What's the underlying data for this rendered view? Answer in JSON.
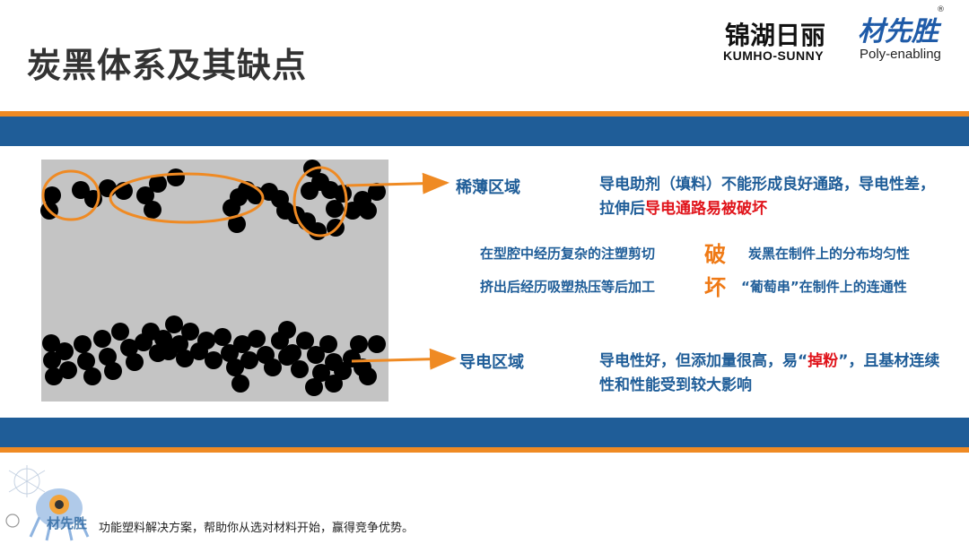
{
  "header": {
    "title": "炭黑体系及其缺点",
    "brand_cn": "锦湖日丽",
    "brand_en": "KUMHO-SUNNY",
    "brand2_cn": "材先胜",
    "brand2_mark": "®",
    "brand2_en": "Poly-enabling"
  },
  "colors": {
    "orange": "#ef8a23",
    "blue": "#1f5d98",
    "red": "#e0141b",
    "panel_gray": "#c4c4c4",
    "particle": "#000000"
  },
  "diagram": {
    "label_thin": "稀薄区域",
    "label_conductive": "导电区域"
  },
  "desc_thin": {
    "part1": "导电助剂（填料）不能形成良好通路，导电性差，拉伸后",
    "part2_red": "导电通路易被破坏"
  },
  "middle": {
    "left1": "在型腔中经历复杂的注塑剪切",
    "big1": "破",
    "right1": "炭黑在制件上的分布均匀性",
    "left2": "挤出后经历吸塑热压等后加工",
    "big2": "坏",
    "right2": "“葡萄串”在制件上的连通性"
  },
  "desc_conductive": {
    "part1": "导电性好，但添加量很高，易“",
    "part2_red": "掉粉",
    "part3": "”，且基材连续性和性能受到较大影响"
  },
  "footer": {
    "brand": "材先胜",
    "text": "功能塑料解决方案，帮助你从选对材料开始，赢得竞争优势。"
  }
}
